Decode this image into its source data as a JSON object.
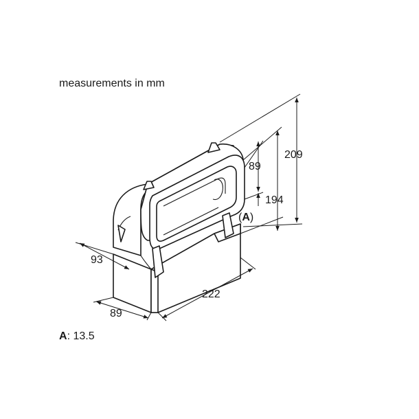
{
  "title": "measurements in mm",
  "dimensions": {
    "depth_top": "93",
    "depth_bottom": "89",
    "length": "222",
    "opening_height": "89",
    "height_inner": "194",
    "height_total": "209",
    "callout": "A"
  },
  "footnote": {
    "key": "A",
    "text": ": 13.5"
  }
}
